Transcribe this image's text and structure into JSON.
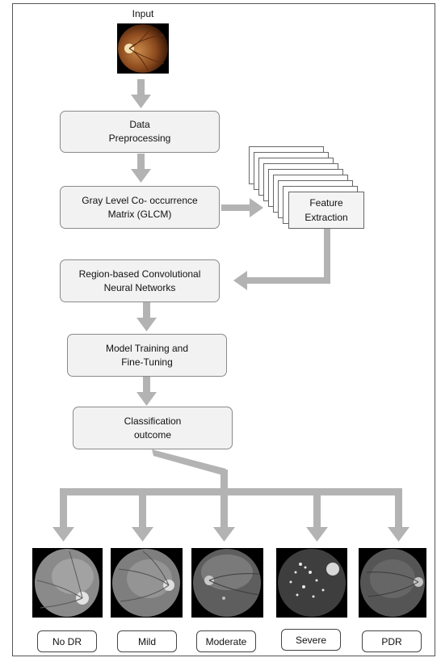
{
  "input_label": "Input",
  "steps": {
    "data_preprocessing": "Data\nPreprocessing",
    "glcm": "Gray Level Co- occurrence\nMatrix (GLCM)",
    "feature_extraction": "Feature\nExtraction",
    "rcnn": "Region-based Convolutional\nNeural Networks",
    "training": "Model Training and\nFine-Tuning",
    "classification": "Classification\noutcome"
  },
  "classes": [
    "No DR",
    "Mild",
    "Moderate",
    "Severe",
    "PDR"
  ],
  "colors": {
    "arrow": "#b3b3b3",
    "box_fill": "#f2f2f2",
    "box_border": "#8a8a8a"
  }
}
